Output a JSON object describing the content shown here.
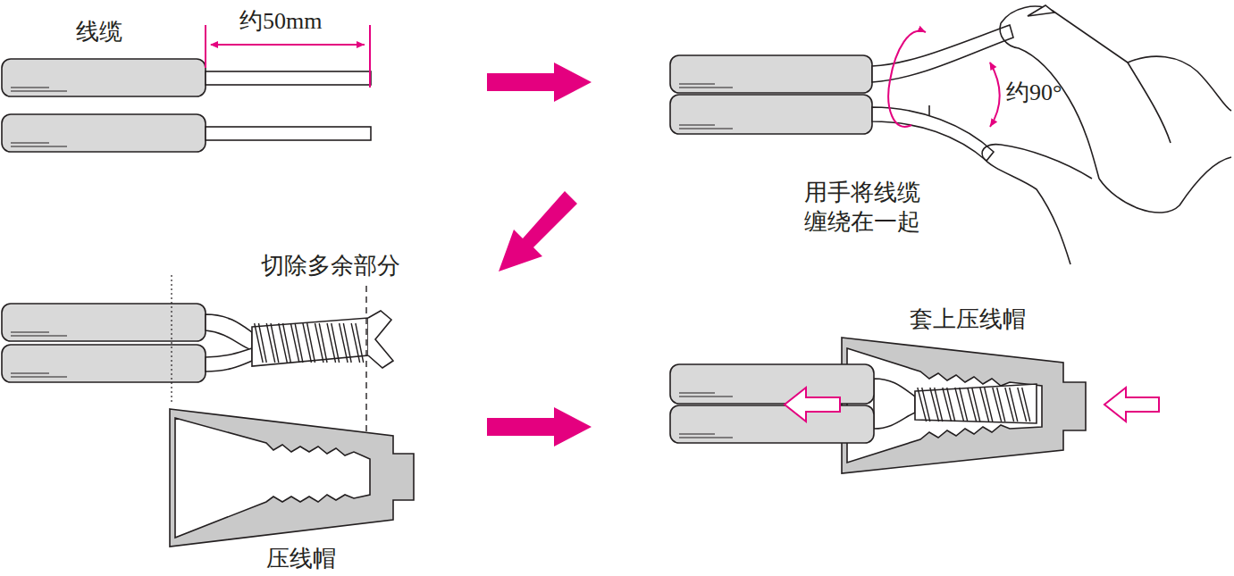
{
  "diagram": {
    "labels": [
      "线缆",
      "约50mm",
      "用手将线缆 缠绕在一起",
      "约90°",
      "切除多余部分",
      "压线帽",
      "套上压线帽"
    ]
  }
}
